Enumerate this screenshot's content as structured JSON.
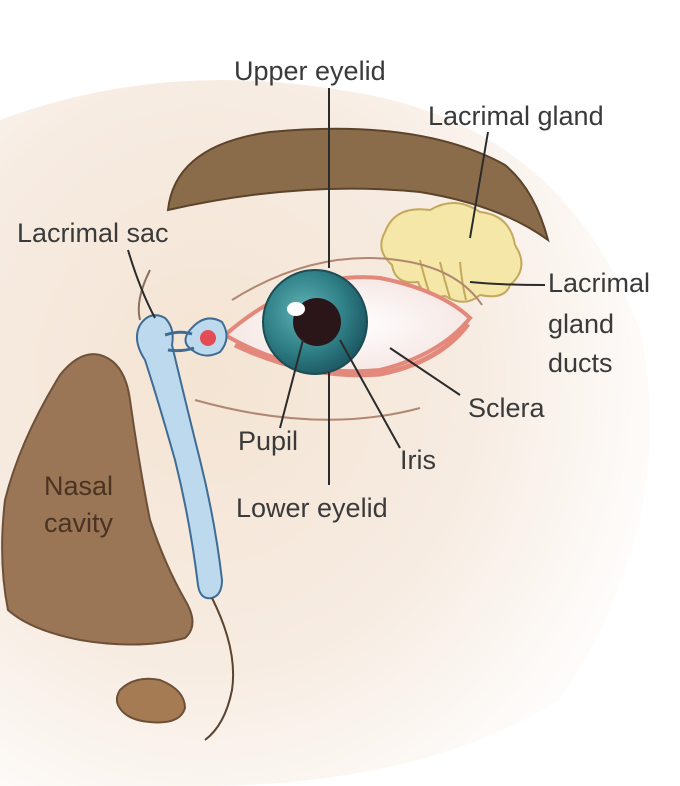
{
  "labels": {
    "upper_eyelid": "Upper eyelid",
    "lacrimal_gland": "Lacrimal gland",
    "lacrimal_sac": "Lacrimal sac",
    "lacrimal_gland_ducts": [
      "Lacrimal",
      "gland",
      "ducts"
    ],
    "sclera": "Sclera",
    "pupil": "Pupil",
    "iris": "Iris",
    "lower_eyelid": "Lower eyelid",
    "nasal_cavity": [
      "Nasal",
      "cavity"
    ]
  },
  "colors": {
    "skin": "#f1dcc8",
    "brow": "#8b6c4a",
    "nose": "#9b7656",
    "gland": "#f5e7a8",
    "duct": "#bcd9ee",
    "iris": "#2f7f86",
    "sclera": "#ffffff",
    "lid_rim": "#e3897c"
  }
}
